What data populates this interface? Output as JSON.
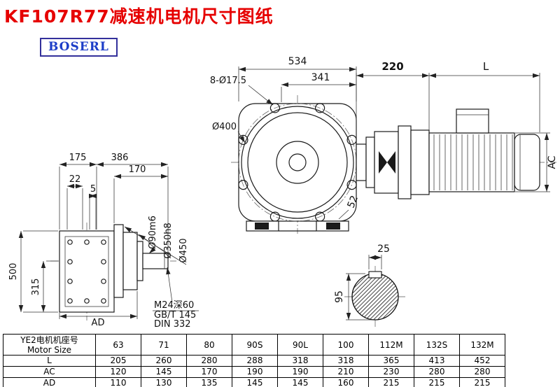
{
  "meta": {
    "title": "KF107R77减速机电机尺寸图纸",
    "brand": "BOSERL"
  },
  "front_view": {
    "dim_total_width": "534",
    "dim_341": "341",
    "dim_bolt_holes": "8-Ø17.5",
    "dim_flange_dia": "Ø400",
    "dim_52": "52"
  },
  "motor_view": {
    "dim_220": "220",
    "dim_L": "L",
    "dim_AC": "AC"
  },
  "side_view": {
    "dim_175": "175",
    "dim_386": "386",
    "dim_170": "170",
    "dim_22": "22",
    "dim_5": "5",
    "dim_500": "500",
    "dim_315": "315",
    "dim_shaft_dia": "Ø90m6",
    "dim_spigot_dia": "Ø350h8",
    "dim_flange_dia": "Ø450",
    "dim_AD": "AD",
    "note_tap": "M24深60",
    "note_gb": "GB/T 145",
    "note_din": "DIN 332"
  },
  "shaft_section": {
    "dim_key_width": "25",
    "dim_shaft_dia": "95"
  },
  "table": {
    "header_cn": "YE2电机机座号",
    "header_en": "Motor Size",
    "columns": [
      "63",
      "71",
      "80",
      "90S",
      "90L",
      "100",
      "112M",
      "132S",
      "132M"
    ],
    "rows": [
      {
        "label": "L",
        "values": [
          "205",
          "260",
          "280",
          "288",
          "318",
          "318",
          "365",
          "413",
          "452"
        ]
      },
      {
        "label": "AC",
        "values": [
          "120",
          "145",
          "170",
          "190",
          "190",
          "210",
          "230",
          "280",
          "280"
        ]
      },
      {
        "label": "AD",
        "values": [
          "110",
          "130",
          "135",
          "145",
          "145",
          "160",
          "215",
          "215",
          "215"
        ]
      }
    ]
  }
}
